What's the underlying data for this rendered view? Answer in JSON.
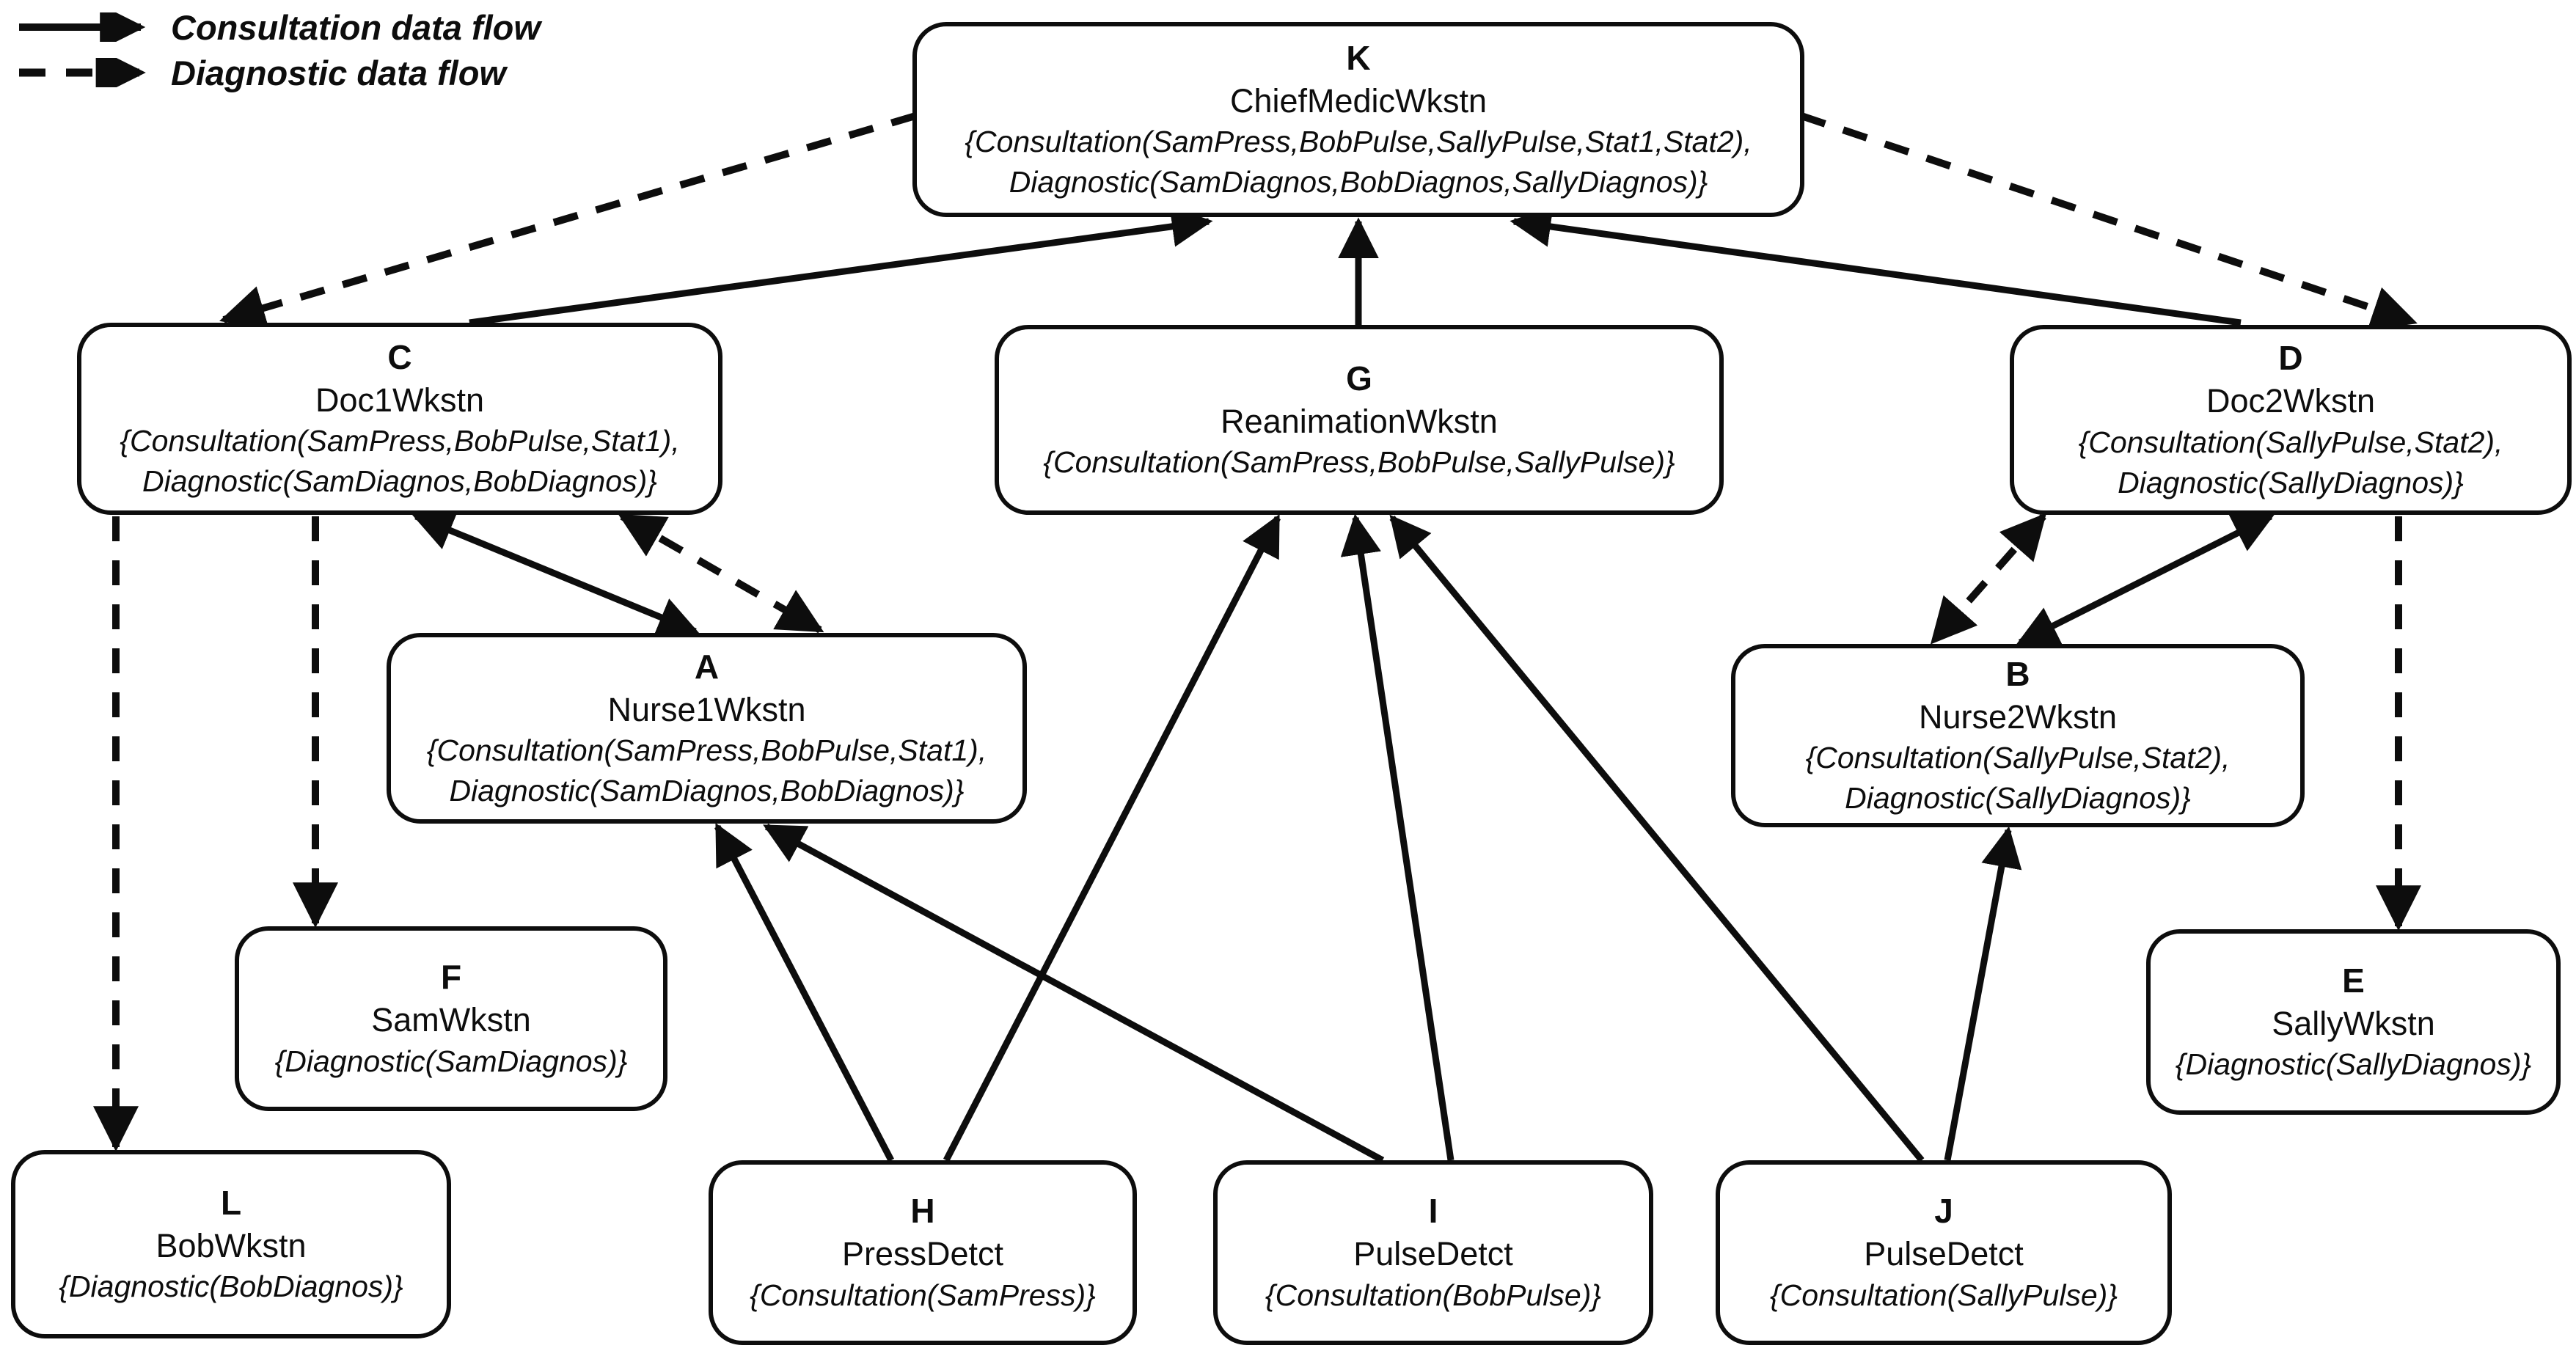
{
  "legend": {
    "consultation": {
      "label": "Consultation data flow",
      "line_style": "solid"
    },
    "diagnostic": {
      "label": "Diagnostic data flow",
      "line_style": "dashed"
    }
  },
  "colors": {
    "line": "#0d0d0d",
    "background": "#ffffff"
  },
  "nodes": {
    "K": {
      "letter": "K",
      "name": "ChiefMedicWkstn",
      "spec1": "{Consultation(SamPress,BobPulse,SallyPulse,Stat1,Stat2),",
      "spec2": "Diagnostic(SamDiagnos,BobDiagnos,SallyDiagnos)}"
    },
    "C": {
      "letter": "C",
      "name": "Doc1Wkstn",
      "spec1": "{Consultation(SamPress,BobPulse,Stat1),",
      "spec2": "Diagnostic(SamDiagnos,BobDiagnos)}"
    },
    "G": {
      "letter": "G",
      "name": "ReanimationWkstn",
      "spec1": "{Consultation(SamPress,BobPulse,SallyPulse)}"
    },
    "D": {
      "letter": "D",
      "name": "Doc2Wkstn",
      "spec1": "{Consultation(SallyPulse,Stat2),",
      "spec2": "Diagnostic(SallyDiagnos)}"
    },
    "A": {
      "letter": "A",
      "name": "Nurse1Wkstn",
      "spec1": "{Consultation(SamPress,BobPulse,Stat1),",
      "spec2": "Diagnostic(SamDiagnos,BobDiagnos)}"
    },
    "B": {
      "letter": "B",
      "name": "Nurse2Wkstn",
      "spec1": "{Consultation(SallyPulse,Stat2),",
      "spec2": "Diagnostic(SallyDiagnos)}"
    },
    "F": {
      "letter": "F",
      "name": "SamWkstn",
      "spec1": "{Diagnostic(SamDiagnos)}"
    },
    "E": {
      "letter": "E",
      "name": "SallyWkstn",
      "spec1": "{Diagnostic(SallyDiagnos)}"
    },
    "L": {
      "letter": "L",
      "name": "BobWkstn",
      "spec1": "{Diagnostic(BobDiagnos)}"
    },
    "H": {
      "letter": "H",
      "name": "PressDetct",
      "spec1": "{Consultation(SamPress)}"
    },
    "I": {
      "letter": "I",
      "name": "PulseDetct",
      "spec1": "{Consultation(BobPulse)}"
    },
    "J": {
      "letter": "J",
      "name": "PulseDetct",
      "spec1": "{Consultation(SallyPulse)}"
    }
  },
  "edges": {
    "consultation": [
      {
        "from": "C",
        "to": "K"
      },
      {
        "from": "G",
        "to": "K"
      },
      {
        "from": "D",
        "to": "K"
      },
      {
        "from": "C",
        "to": "A",
        "bidirectional": true
      },
      {
        "from": "D",
        "to": "B",
        "bidirectional": true
      },
      {
        "from": "H",
        "to": "A"
      },
      {
        "from": "H",
        "to": "G"
      },
      {
        "from": "I",
        "to": "A"
      },
      {
        "from": "I",
        "to": "G"
      },
      {
        "from": "J",
        "to": "G"
      },
      {
        "from": "J",
        "to": "B"
      }
    ],
    "diagnostic": [
      {
        "from": "K",
        "to": "C"
      },
      {
        "from": "K",
        "to": "D"
      },
      {
        "from": "C",
        "to": "A",
        "bidirectional": true
      },
      {
        "from": "D",
        "to": "B",
        "bidirectional": true
      },
      {
        "from": "C",
        "to": "F"
      },
      {
        "from": "C",
        "to": "L"
      },
      {
        "from": "D",
        "to": "E"
      }
    ]
  }
}
